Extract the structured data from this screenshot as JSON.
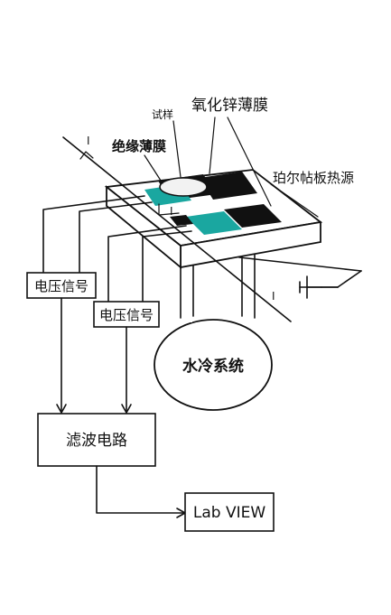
{
  "labels": {
    "zinc_oxide_film": "氧化锌薄膜",
    "sample": "试样",
    "insulating_film": "绝缘薄膜",
    "peltier_heat_source": "珀尔帖板热源",
    "current_symbol_left": "I",
    "current_symbol_mid": "I",
    "current_symbol_right": "I",
    "voltage_signal_1": "电压信号",
    "voltage_signal_2": "电压信号",
    "water_cooling": "水冷系统",
    "filter_circuit": "滤波电路",
    "labview": "Lab VIEW"
  },
  "colors": {
    "film_black": "#111111",
    "film_cyan": "#1aa7a0",
    "sample_fill": "#f2f2f2",
    "line": "#111111",
    "background": "#ffffff"
  }
}
